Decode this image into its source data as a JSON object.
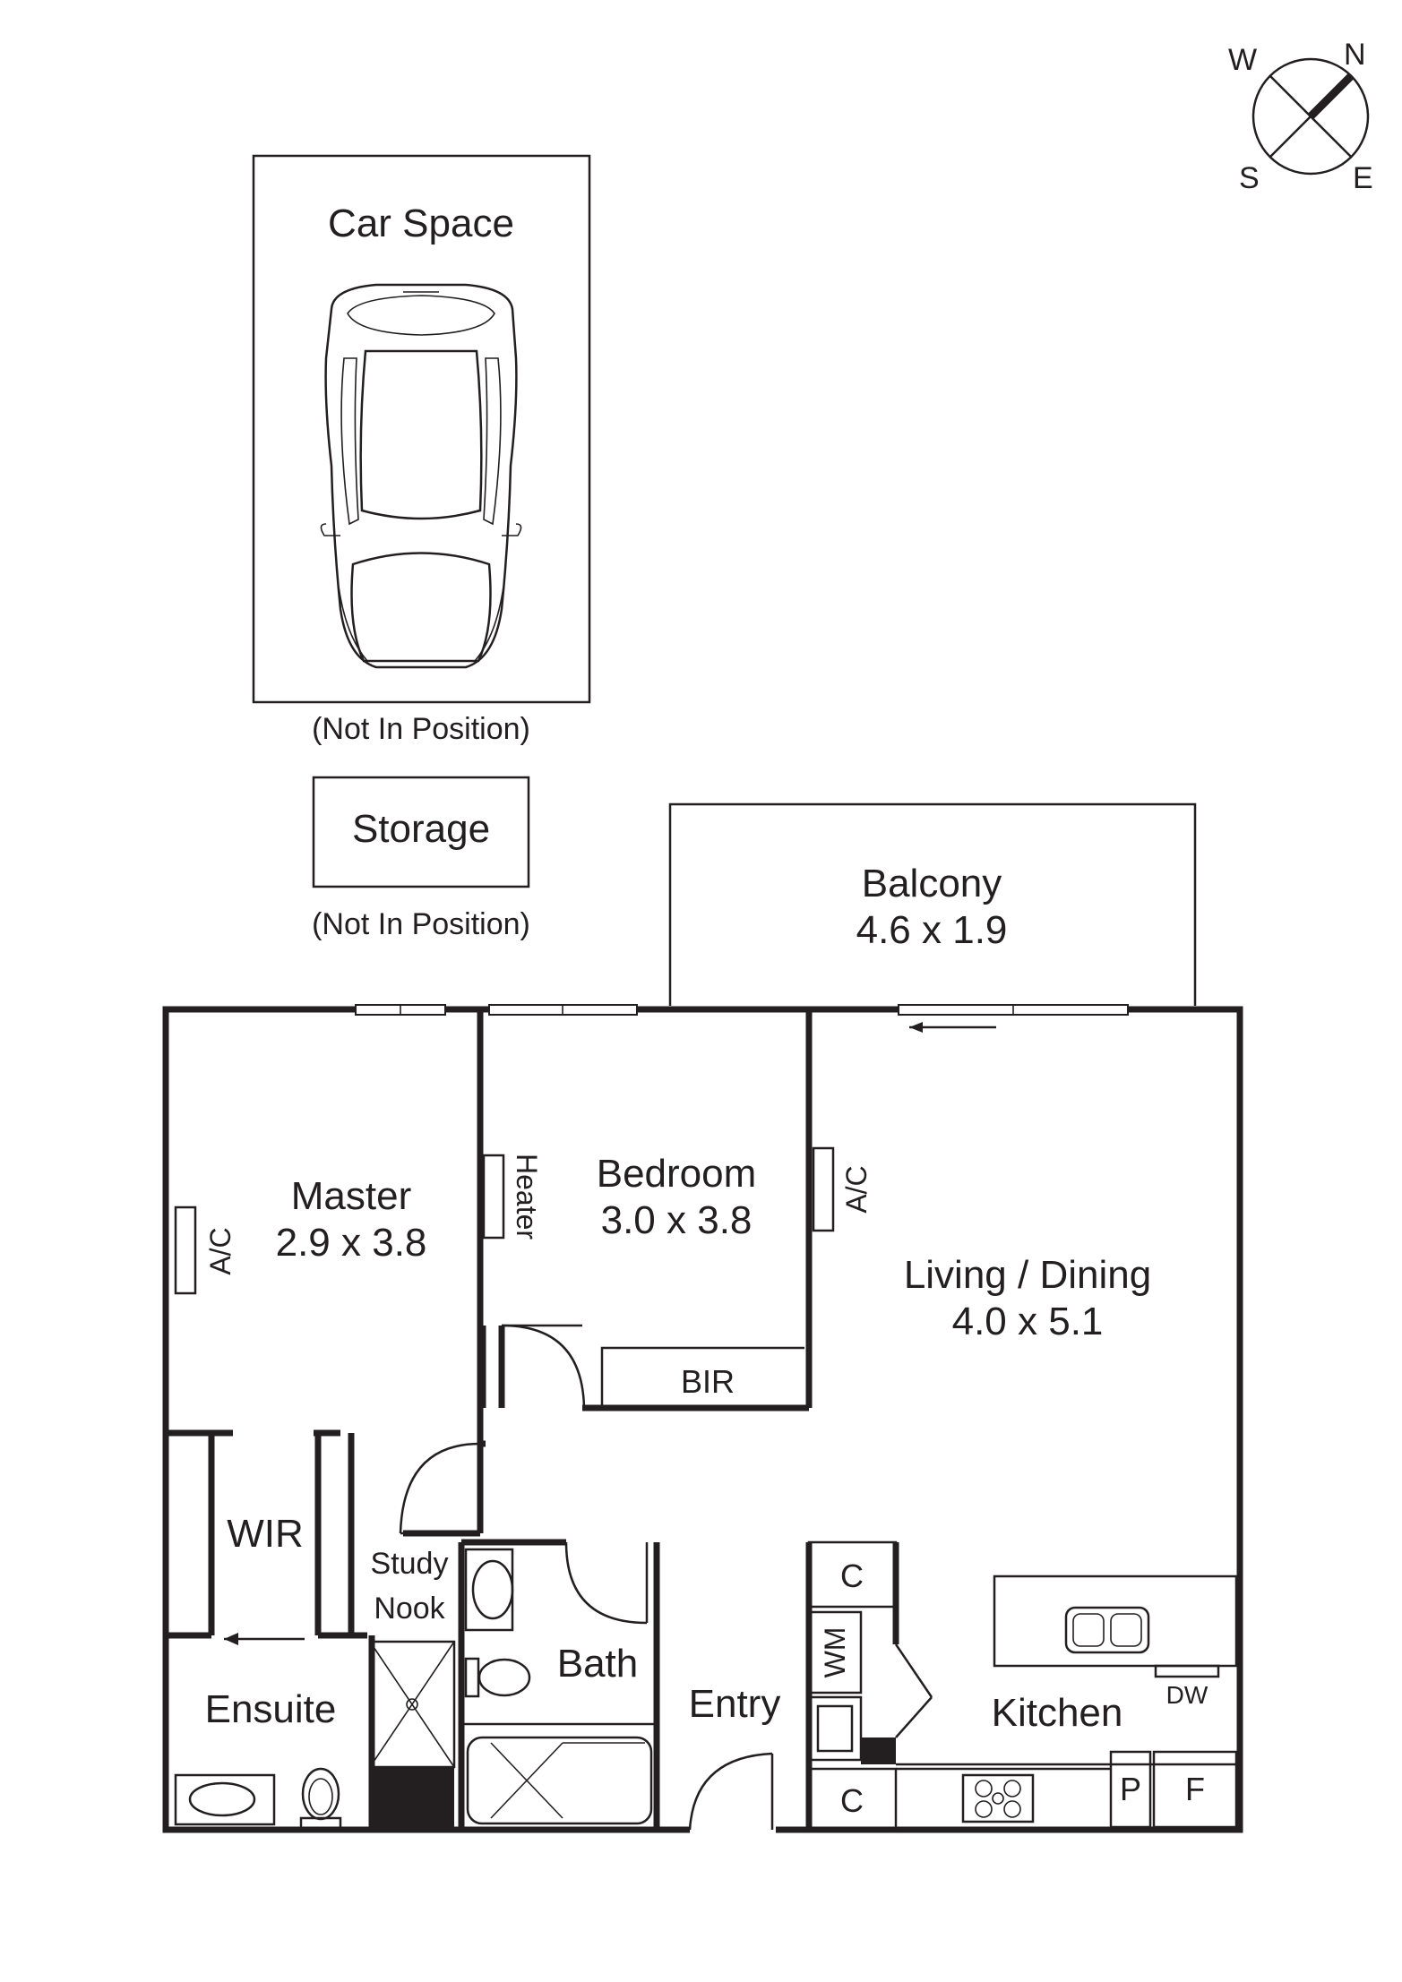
{
  "compass": {
    "n": "N",
    "e": "E",
    "s": "S",
    "w": "W",
    "icon": "compass-icon"
  },
  "labels": {
    "car_space": "Car Space",
    "car_note": "(Not In Position)",
    "storage": "Storage",
    "storage_note": "(Not In Position)",
    "balcony": "Balcony",
    "balcony_dim": "4.6 x 1.9",
    "master": "Master",
    "master_dim": "2.9 x 3.8",
    "bedroom": "Bedroom",
    "bedroom_dim": "3.0 x 3.8",
    "living": "Living / Dining",
    "living_dim": "4.0 x 5.1",
    "ac_master": "A/C",
    "ac_bedroom": "A/C",
    "heater": "Heater",
    "bir": "BIR",
    "wir": "WIR",
    "study_1": "Study",
    "study_2": "Nook",
    "bath": "Bath",
    "ensuite": "Ensuite",
    "entry": "Entry",
    "kitchen": "Kitchen",
    "dw": "DW",
    "wm": "WM",
    "cupboard_top": "C",
    "cupboard_bottom": "C",
    "pantry": "P",
    "fridge": "F"
  }
}
